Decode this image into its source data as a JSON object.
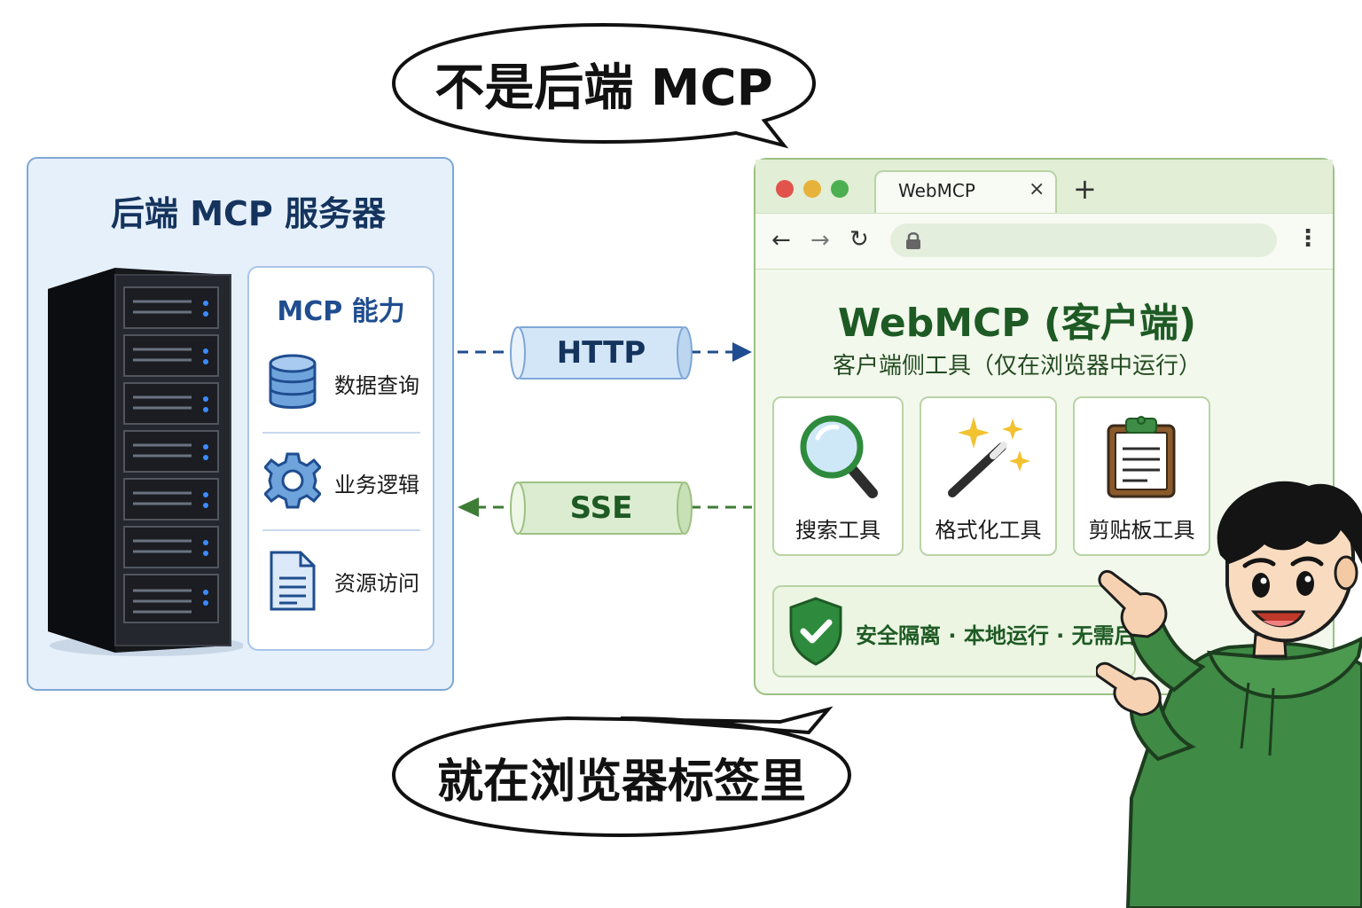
{
  "bubbles": {
    "top": "不是后端 MCP",
    "bottom": "就在浏览器标签里"
  },
  "backend": {
    "title": "后端 MCP 服务器",
    "capabilities_title": "MCP 能力",
    "capabilities": [
      {
        "label": "数据查询",
        "icon": "database-icon"
      },
      {
        "label": "业务逻辑",
        "icon": "gear-icon"
      },
      {
        "label": "资源访问",
        "icon": "document-icon"
      }
    ]
  },
  "connectors": {
    "http": "HTTP",
    "sse": "SSE"
  },
  "browser": {
    "tab_label": "WebMCP",
    "tab_close": "×",
    "tab_new": "+",
    "title": "WebMCP (客户端)",
    "subtitle": "客户端侧工具（仅在浏览器中运行）",
    "tools": [
      {
        "label": "搜索工具",
        "icon": "magnifier-icon"
      },
      {
        "label": "格式化工具",
        "icon": "magic-wand-icon"
      },
      {
        "label": "剪贴板工具",
        "icon": "clipboard-icon"
      }
    ],
    "secure_note": "安全隔离 · 本地运行 · 无需后端"
  },
  "colors": {
    "backend_accent": "#1f4d8f",
    "backend_bg": "#e6f0fb",
    "browser_accent": "#1e5a24",
    "browser_bg": "#f2f8ec",
    "http_pipe": "#d3e6f8",
    "sse_pipe": "#dcecd0"
  }
}
